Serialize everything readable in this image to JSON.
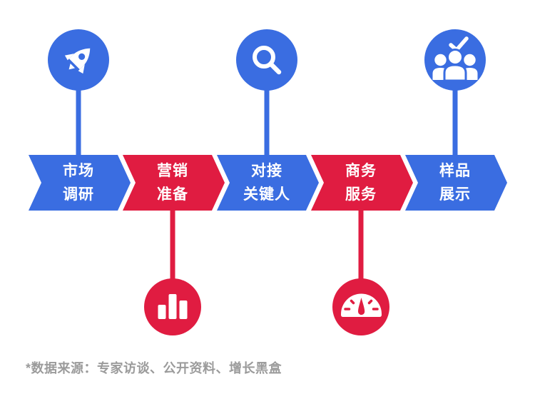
{
  "colors": {
    "blue": "#3A6DE1",
    "red": "#E01C41",
    "footnote-gray": "#9B9B9B",
    "bg": "#FFFFFF",
    "white": "#FFFFFF"
  },
  "steps": [
    {
      "label_line1": "市场",
      "label_line2": "调研",
      "color": "blue",
      "icon": "rocket-icon",
      "icon_position": "top"
    },
    {
      "label_line1": "营销",
      "label_line2": "准备",
      "color": "red",
      "icon": "bar-chart-icon",
      "icon_position": "bottom"
    },
    {
      "label_line1": "对接",
      "label_line2": "关键人",
      "color": "blue",
      "icon": "magnifier-icon",
      "icon_position": "top"
    },
    {
      "label_line1": "商务",
      "label_line2": "服务",
      "color": "red",
      "icon": "gauge-icon",
      "icon_position": "bottom"
    },
    {
      "label_line1": "样品",
      "label_line2": "展示",
      "color": "blue",
      "icon": "people-check-icon",
      "icon_position": "top"
    }
  ],
  "footnote": "*数据来源：专家访谈、公开资料、增长黑盒"
}
